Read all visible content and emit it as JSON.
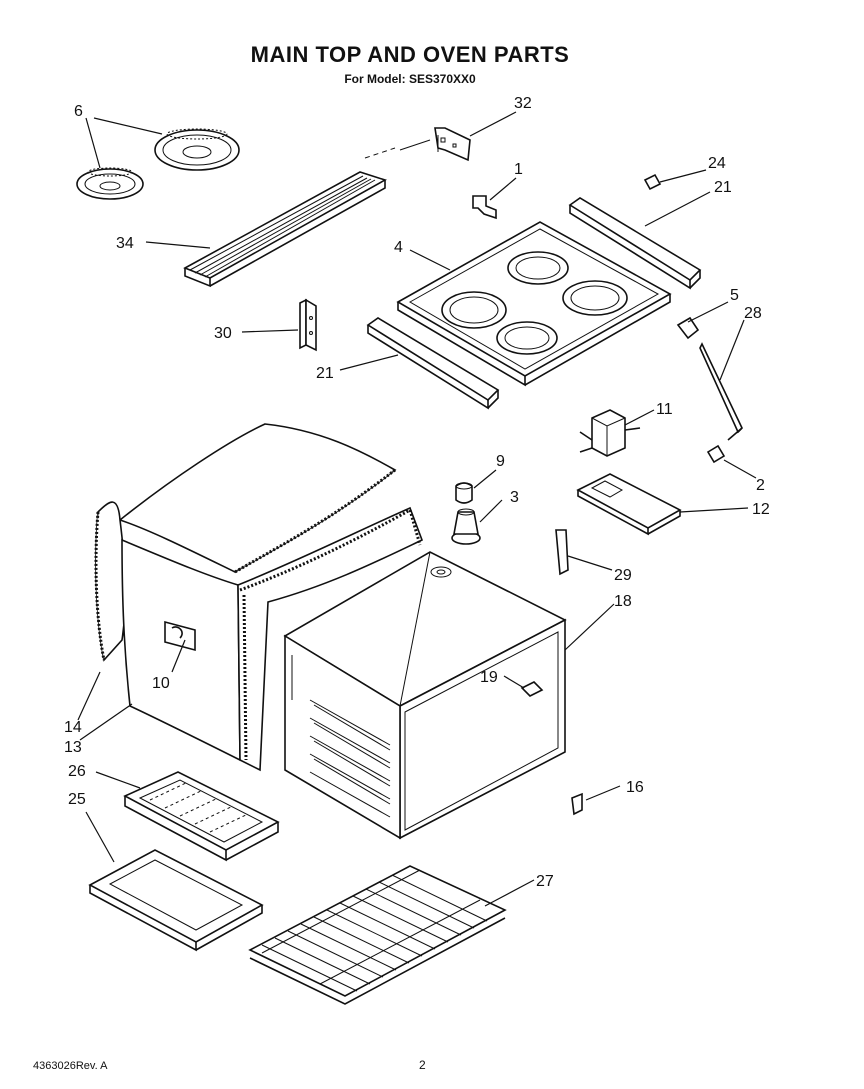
{
  "header": {
    "title": "MAIN TOP AND OVEN PARTS",
    "subtitle": "For Model: SES370XX0"
  },
  "footer": {
    "doc_number": "4363026Rev. A",
    "page_number": "2"
  },
  "callouts": [
    "6",
    "32",
    "1",
    "24",
    "21",
    "34",
    "4",
    "5",
    "28",
    "30",
    "21",
    "11",
    "9",
    "3",
    "2",
    "12",
    "29",
    "18",
    "19",
    "14",
    "10",
    "13",
    "26",
    "16",
    "25",
    "27"
  ]
}
